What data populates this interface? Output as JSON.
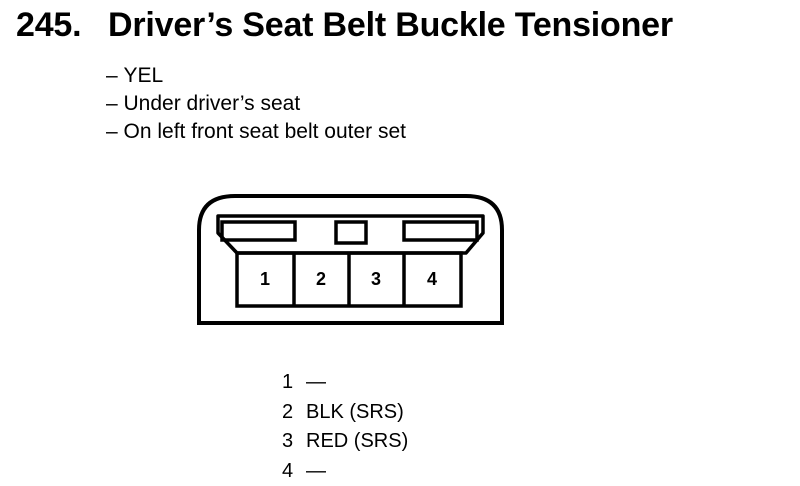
{
  "page": {
    "title_number": "245.",
    "title_text": "Driver’s Seat Belt Buckle Tensioner"
  },
  "details": [
    "YEL",
    "Under driver’s seat",
    "On left front seat belt outer set"
  ],
  "connector": {
    "pin_labels": [
      "1",
      "2",
      "3",
      "4"
    ]
  },
  "pinout": [
    {
      "pin": "1",
      "desc": "—"
    },
    {
      "pin": "2",
      "desc": "BLK (SRS)"
    },
    {
      "pin": "3",
      "desc": "RED (SRS)"
    },
    {
      "pin": "4",
      "desc": "—"
    }
  ]
}
